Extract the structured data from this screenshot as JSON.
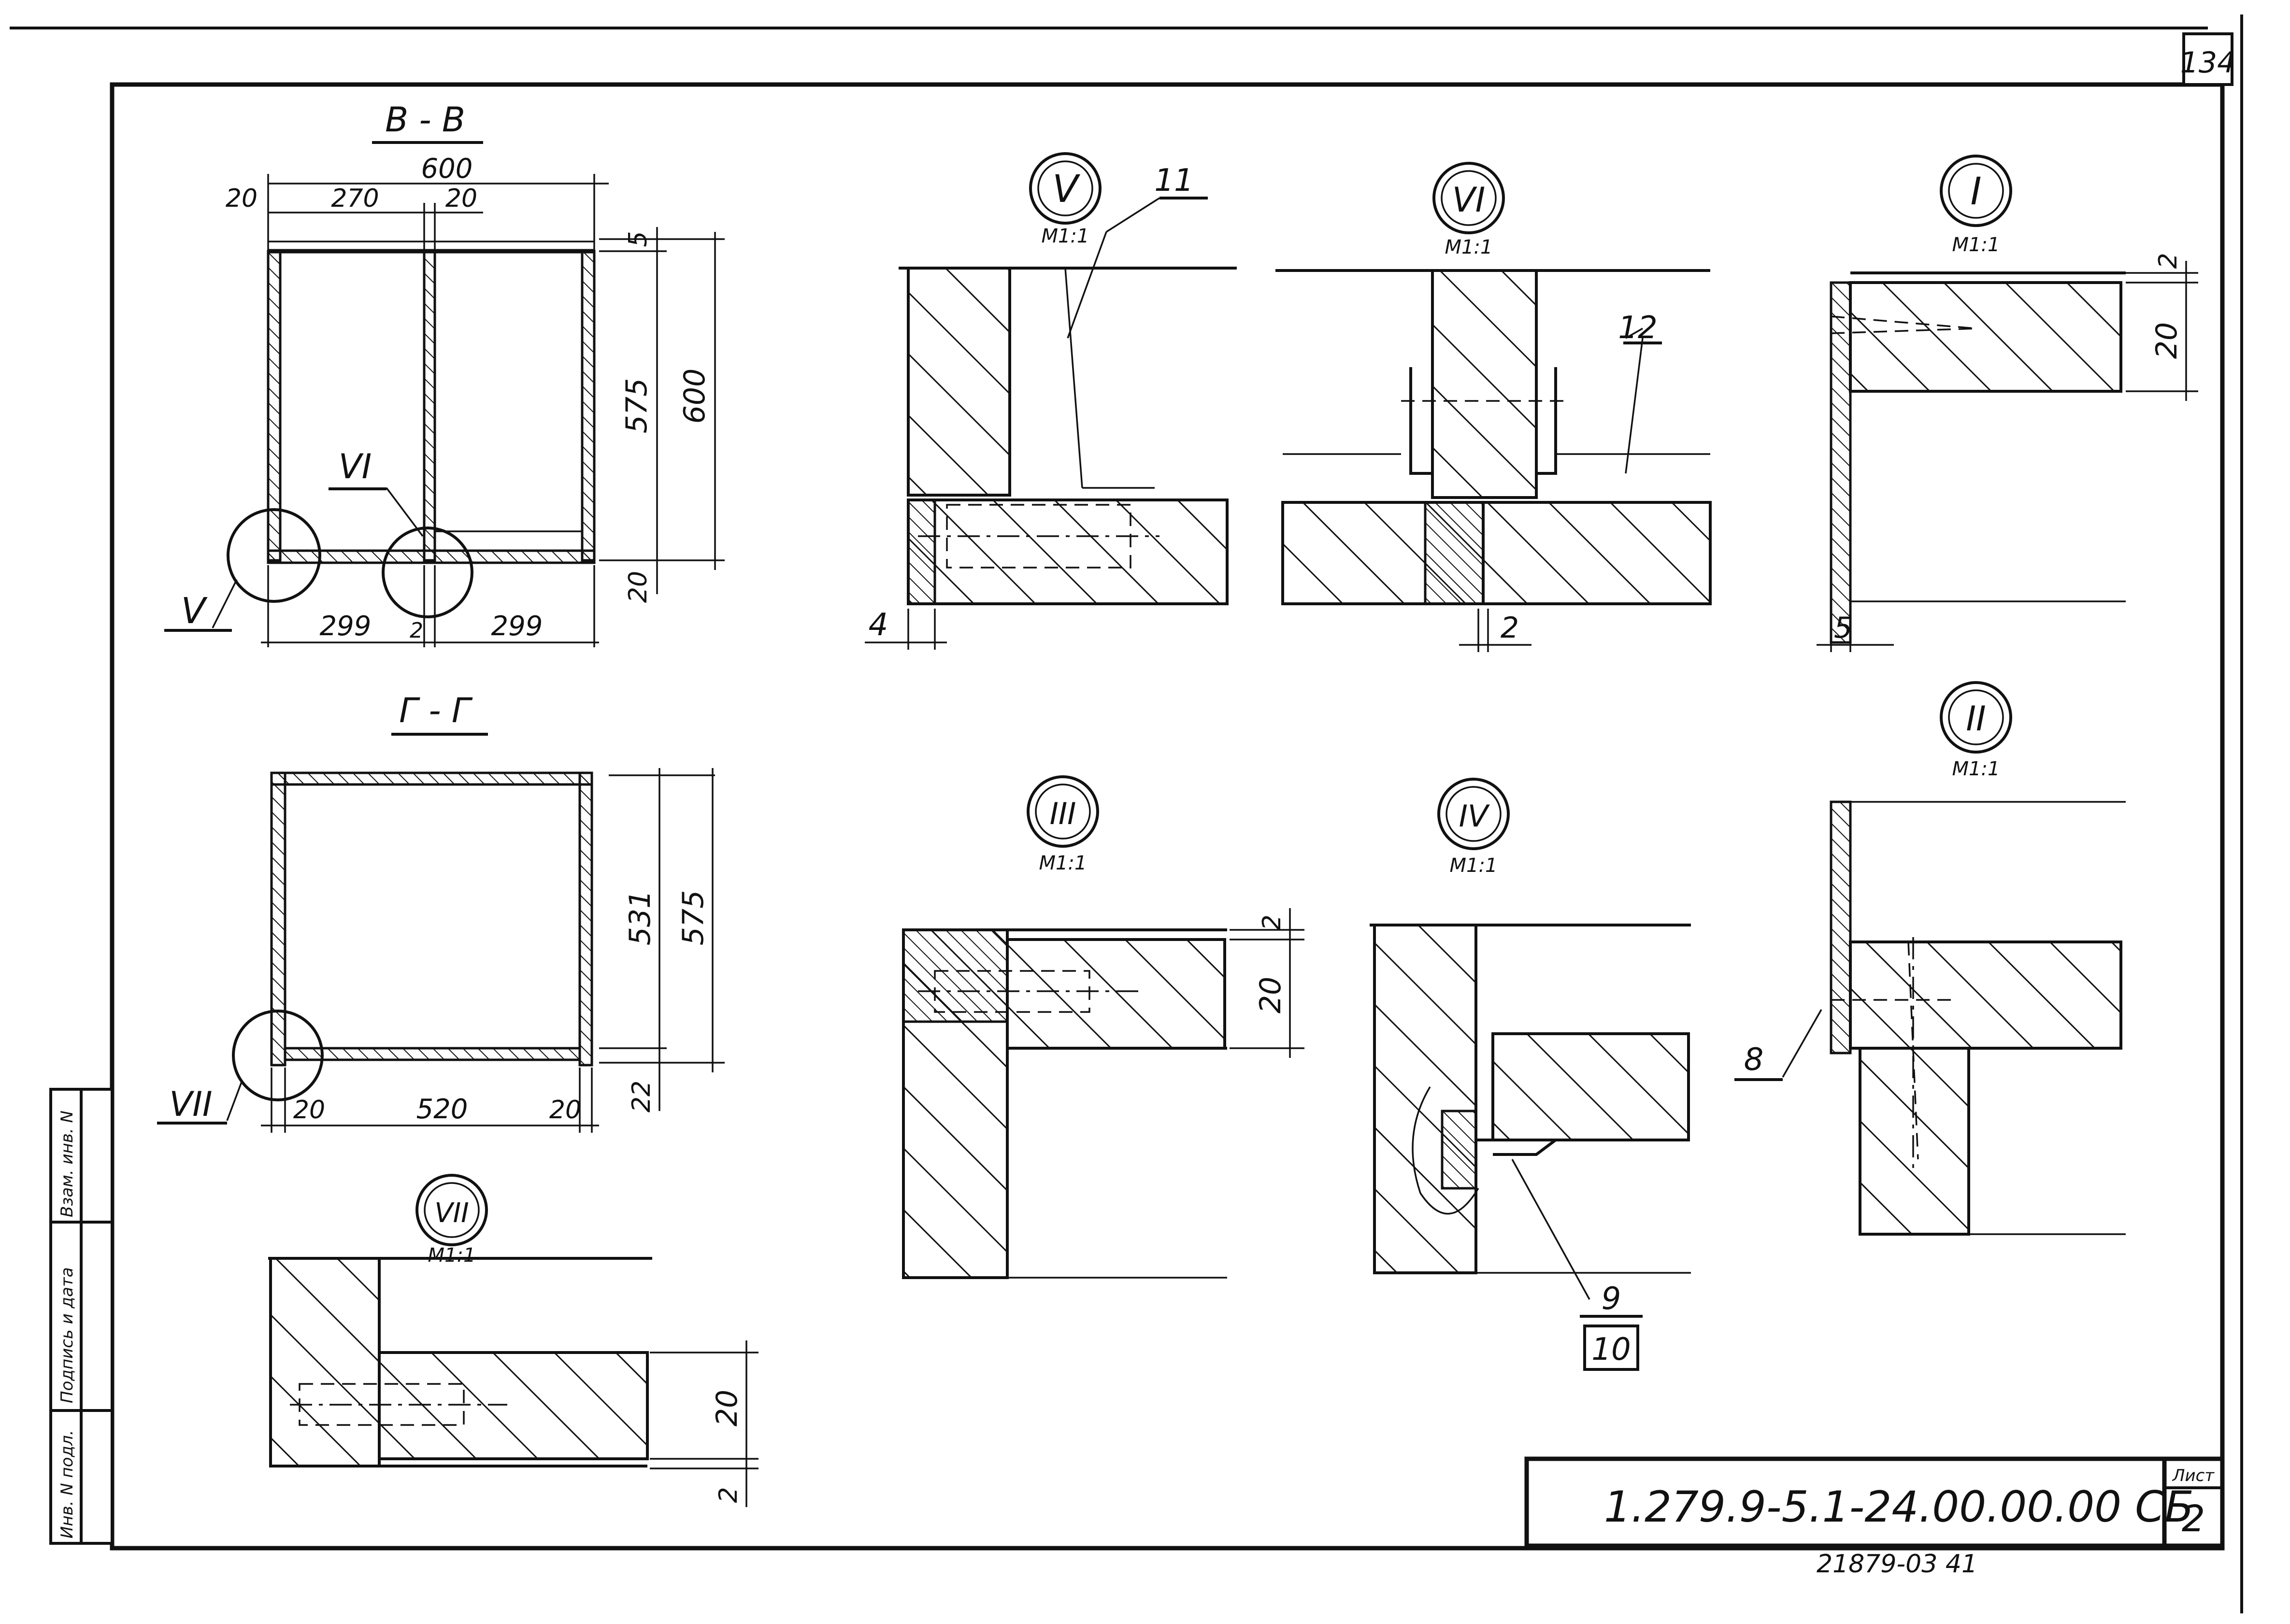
{
  "sheet": {
    "page_number": "134",
    "doc_code": "1.279.9-5.1-24.00.00.00 СБ",
    "sheet_label": "Лист",
    "sheet_number": "2",
    "bottom_note": "21879-03   41",
    "side_fields": [
      "Инв. N подл.",
      "Подпись и дата",
      "Взам. инв. N"
    ]
  },
  "sections": {
    "bb": {
      "title": "В - В",
      "dims": {
        "total_width": "600",
        "left_wall": "20",
        "left_width": "270",
        "mid_wall": "20",
        "top_gap": "5",
        "inner_height": "575",
        "total_height": "600",
        "bottom_thk": "20",
        "left_bottom": "299",
        "mid_bottom": "2",
        "right_bottom": "299"
      },
      "callouts": {
        "v": "V",
        "vi": "VI"
      }
    },
    "gg": {
      "title": "Г - Г",
      "dims": {
        "inner_height": "531",
        "total_height": "575",
        "bottom_gap": "22",
        "left_wall": "20",
        "inner_width": "520",
        "right_wall": "20"
      },
      "callouts": {
        "vii": "VII"
      }
    }
  },
  "details": {
    "v": {
      "numeral": "V",
      "scale": "М1:1",
      "leader": "11",
      "dim": "4"
    },
    "vi": {
      "numeral": "VI",
      "scale": "М1:1",
      "leader": "12",
      "dim": "2"
    },
    "i": {
      "numeral": "I",
      "scale": "М1:1",
      "dim_top": "2",
      "dim_thk": "20",
      "dim_side": "5"
    },
    "iii": {
      "numeral": "III",
      "scale": "М1:1",
      "dim_top": "2",
      "dim_thk": "20"
    },
    "iv": {
      "numeral": "IV",
      "scale": "М1:1",
      "leader_a": "9",
      "leader_b": "10"
    },
    "ii": {
      "numeral": "II",
      "scale": "М1:1",
      "leader": "8"
    },
    "vii": {
      "numeral": "VII",
      "scale": "М1:1",
      "dim_thk": "20",
      "dim_bottom": "2"
    }
  }
}
